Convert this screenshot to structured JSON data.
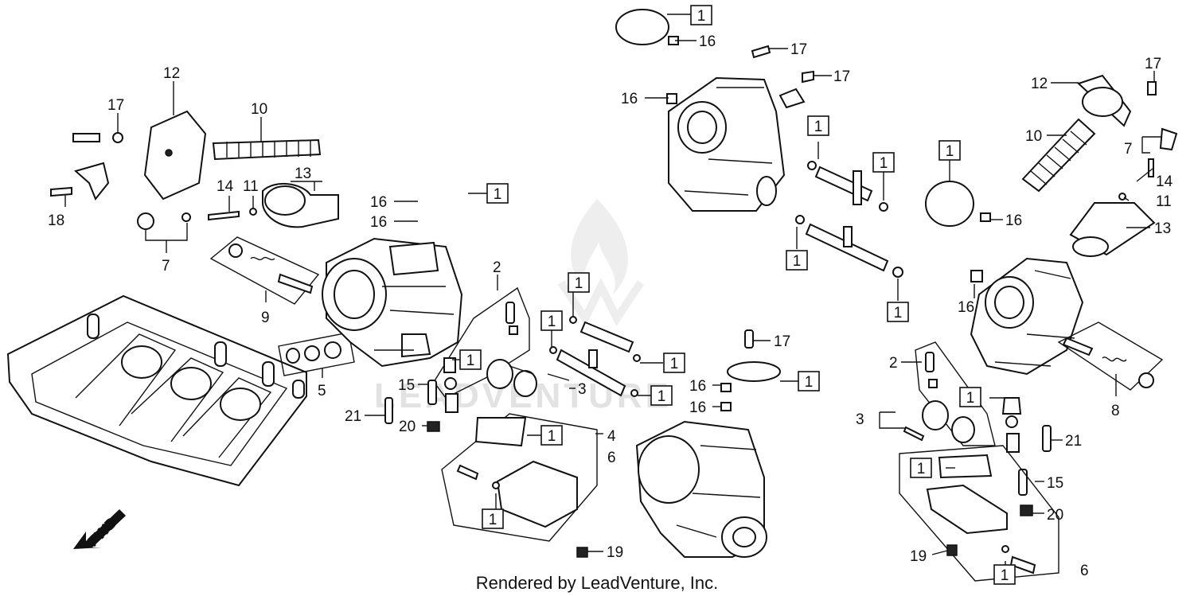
{
  "footer": "Rendered by LeadVenture, Inc.",
  "watermark": "LEADVENTURE",
  "fwd_label": "FWD",
  "callouts": [
    {
      "id": "c1",
      "text": "1",
      "boxed": true
    },
    {
      "id": "c2",
      "text": "16",
      "boxed": false
    },
    {
      "id": "c3",
      "text": "17",
      "boxed": false
    },
    {
      "id": "c4",
      "text": "17",
      "boxed": false
    },
    {
      "id": "c5",
      "text": "16",
      "boxed": false
    },
    {
      "id": "c6",
      "text": "12",
      "boxed": false
    },
    {
      "id": "c7",
      "text": "17",
      "boxed": false
    },
    {
      "id": "c8",
      "text": "10",
      "boxed": false
    },
    {
      "id": "c9",
      "text": "18",
      "boxed": false
    },
    {
      "id": "c10",
      "text": "7",
      "boxed": false
    },
    {
      "id": "c11",
      "text": "14",
      "boxed": false
    },
    {
      "id": "c12",
      "text": "11",
      "boxed": false
    },
    {
      "id": "c13",
      "text": "13",
      "boxed": false
    },
    {
      "id": "c14",
      "text": "16",
      "boxed": false
    },
    {
      "id": "c15",
      "text": "16",
      "boxed": false
    },
    {
      "id": "c16",
      "text": "1",
      "boxed": true
    },
    {
      "id": "c17",
      "text": "9",
      "boxed": false
    },
    {
      "id": "c18",
      "text": "5",
      "boxed": false
    },
    {
      "id": "c19",
      "text": "2",
      "boxed": false
    },
    {
      "id": "c20",
      "text": "1",
      "boxed": true
    },
    {
      "id": "c21",
      "text": "1",
      "boxed": true
    },
    {
      "id": "c22",
      "text": "1",
      "boxed": true
    },
    {
      "id": "c23",
      "text": "1",
      "boxed": true
    },
    {
      "id": "c24",
      "text": "1",
      "boxed": true
    },
    {
      "id": "c25",
      "text": "15",
      "boxed": false
    },
    {
      "id": "c26",
      "text": "3",
      "boxed": false
    },
    {
      "id": "c27",
      "text": "21",
      "boxed": false
    },
    {
      "id": "c28",
      "text": "20",
      "boxed": false
    },
    {
      "id": "c29",
      "text": "1",
      "boxed": true
    },
    {
      "id": "c30",
      "text": "4",
      "boxed": false
    },
    {
      "id": "c31",
      "text": "6",
      "boxed": false
    },
    {
      "id": "c32",
      "text": "1",
      "boxed": true
    },
    {
      "id": "c33",
      "text": "19",
      "boxed": false
    },
    {
      "id": "c34",
      "text": "17",
      "boxed": false
    },
    {
      "id": "c35",
      "text": "16",
      "boxed": false
    },
    {
      "id": "c36",
      "text": "16",
      "boxed": false
    },
    {
      "id": "c37",
      "text": "1",
      "boxed": true
    },
    {
      "id": "c38",
      "text": "1",
      "boxed": true
    },
    {
      "id": "c39",
      "text": "1",
      "boxed": true
    },
    {
      "id": "c40",
      "text": "1",
      "boxed": true
    },
    {
      "id": "c41",
      "text": "1",
      "boxed": true
    },
    {
      "id": "c42",
      "text": "16",
      "boxed": false
    },
    {
      "id": "c43",
      "text": "1",
      "boxed": true
    },
    {
      "id": "c44",
      "text": "12",
      "boxed": false
    },
    {
      "id": "c45",
      "text": "17",
      "boxed": false
    },
    {
      "id": "c46",
      "text": "10",
      "boxed": false
    },
    {
      "id": "c47",
      "text": "7",
      "boxed": false
    },
    {
      "id": "c48",
      "text": "14",
      "boxed": false
    },
    {
      "id": "c49",
      "text": "11",
      "boxed": false
    },
    {
      "id": "c50",
      "text": "13",
      "boxed": false
    },
    {
      "id": "c51",
      "text": "16",
      "boxed": false
    },
    {
      "id": "c52",
      "text": "8",
      "boxed": false
    },
    {
      "id": "c53",
      "text": "2",
      "boxed": false
    },
    {
      "id": "c54",
      "text": "1",
      "boxed": true
    },
    {
      "id": "c55",
      "text": "3",
      "boxed": false
    },
    {
      "id": "c56",
      "text": "21",
      "boxed": false
    },
    {
      "id": "c57",
      "text": "1",
      "boxed": true
    },
    {
      "id": "c58",
      "text": "15",
      "boxed": false
    },
    {
      "id": "c59",
      "text": "20",
      "boxed": false
    },
    {
      "id": "c60",
      "text": "19",
      "boxed": false
    },
    {
      "id": "c61",
      "text": "1",
      "boxed": true
    },
    {
      "id": "c62",
      "text": "6",
      "boxed": false
    }
  ]
}
